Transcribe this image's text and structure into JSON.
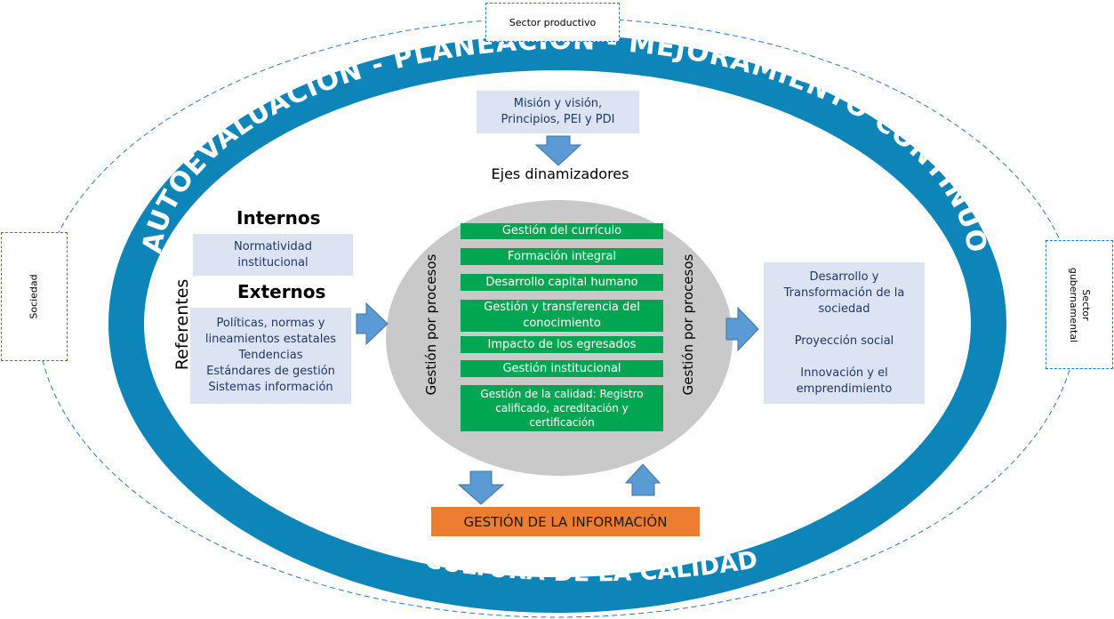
{
  "ring": {
    "top_text": "AUTOEVALUACIÓN - PLANEACIÓN - MEJORAMIENTO CONTINUO",
    "bottom_text": "CULTURA DE LA CALIDAD"
  },
  "stakeholders": {
    "top": "Sector productivo",
    "left": "Sociedad",
    "right": "Sector gubernamental"
  },
  "mision": "Misión y visión, Principios, PEI y PDI",
  "ejes_title": "Ejes dinamizadores",
  "referentes": {
    "label": "Referentes",
    "internos_title": "Internos",
    "internos": "Normatividad institucional",
    "externos_title": "Externos",
    "externos": [
      "Políticas, normas y",
      "lineamientos estatales",
      "Tendencias",
      "Estándares de gestión",
      "Sistemas información"
    ]
  },
  "circle": {
    "left_label": "Gestión por procesos",
    "right_label": "Gestión por procesos",
    "ejes": [
      "Gestión del currículo",
      "Formación integral",
      "Desarrollo capital humano",
      "Gestión y transferencia del conocimiento",
      "Impacto de los egresados",
      "Gestión institucional",
      "Gestión de la calidad: Registro calificado, acreditación y certificación"
    ]
  },
  "resultados": [
    "Desarrollo y Transformación de la sociedad",
    "Proyección social",
    "Innovación y el emprendimiento"
  ],
  "informacion": "GESTIÓN DE LA INFORMACIÓN",
  "colors": {
    "ring": "#0e85b8",
    "ring_text": "#ffffff",
    "circle": "#c9c9c9",
    "eje": "#00a651",
    "light_box": "#dce3f3",
    "arrow": "#5b9bd5",
    "info": "#ed7d31",
    "dashed": "#2e75b6"
  }
}
